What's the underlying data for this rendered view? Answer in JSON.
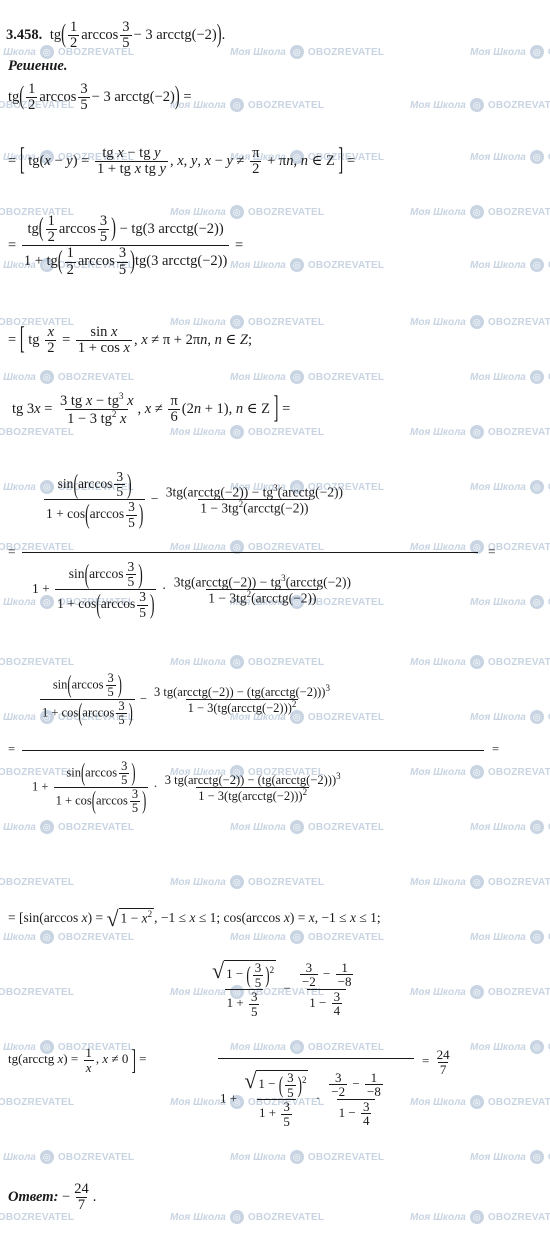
{
  "problem": {
    "number": "3.458.",
    "expression": "tg(1/2 arccos 3/5 − 3 arcctg(−2))."
  },
  "solution_label": "Решение.",
  "watermark": {
    "site": "Моя Школа",
    "brand": "OBOZREVATEL"
  },
  "lines": {
    "l1": "tg(1/2 arccos 3/5 − 3 arcctg(−2)) =",
    "l2": "= [tg(x − y) = (tg x − tg y)/(1 + tg x tg y), x, y, x − y ≠ π/2 + πn, n ∈ Z] =",
    "l3": "= (tg(1/2 arccos 3/5) − tg(3 arcctg(−2))) / (1 + tg(1/2 arccos 3/5) tg(3 arcctg(−2))) =",
    "l4": "= [tg x/2 = sin x/(1 + cos x), x ≠ π + 2πn, n ∈ Z;",
    "l5": "tg 3x = (3 tg x − tg³ x)/(1 − 3 tg² x), x ≠ π/6 (2n + 1), n ∈ Z] =",
    "l6": "= (sin(arccos 3/5)/(1 + cos(arccos 3/5)) − (3tg(arcctg(−2)) − tg³(arcctg(−2)))/(1 − 3tg²(arcctg(−2)))) / (1 + sin(arccos 3/5)/(1 + cos(arccos 3/5)) · (3tg(arcctg(−2)) − tg³(arcctg(−2)))/(1 − 3tg²(arcctg(−2)))) =",
    "l7": "= (sin(arccos 3/5)/(1 + cos(arccos 3/5)) − (3 tg(arcctg(−2)) − (tg(arcctg(−2)))³)/(1 − 3(tg(arcctg(−2)))²)) / (1 + sin(arccos 3/5)/(1 + cos(arccos 3/5)) · (3 tg(arcctg(−2)) − (tg(arcctg(−2)))³)/(1 − 3(tg(arcctg(−2)))²)) =",
    "l8": "= [sin(arccos x) = √(1 − x²), −1 ≤ x ≤ 1; cos(arccos x) = x, −1 ≤ x ≤ 1;",
    "l9": "tg(arcctg x) = 1/x, x ≠ 0] = (√(1 − (3/5)²)/(1 + 3/5) − (3/(−2) − 1/(−8))/(1 − 3/4)) / (1 + √(1 − (3/5)²)/(1 + 3/5) · (3/(−2) − 1/(−8))/(1 − 3/4)) = 24/7"
  },
  "answer": {
    "label": "Ответ:",
    "value": "−24/7."
  }
}
